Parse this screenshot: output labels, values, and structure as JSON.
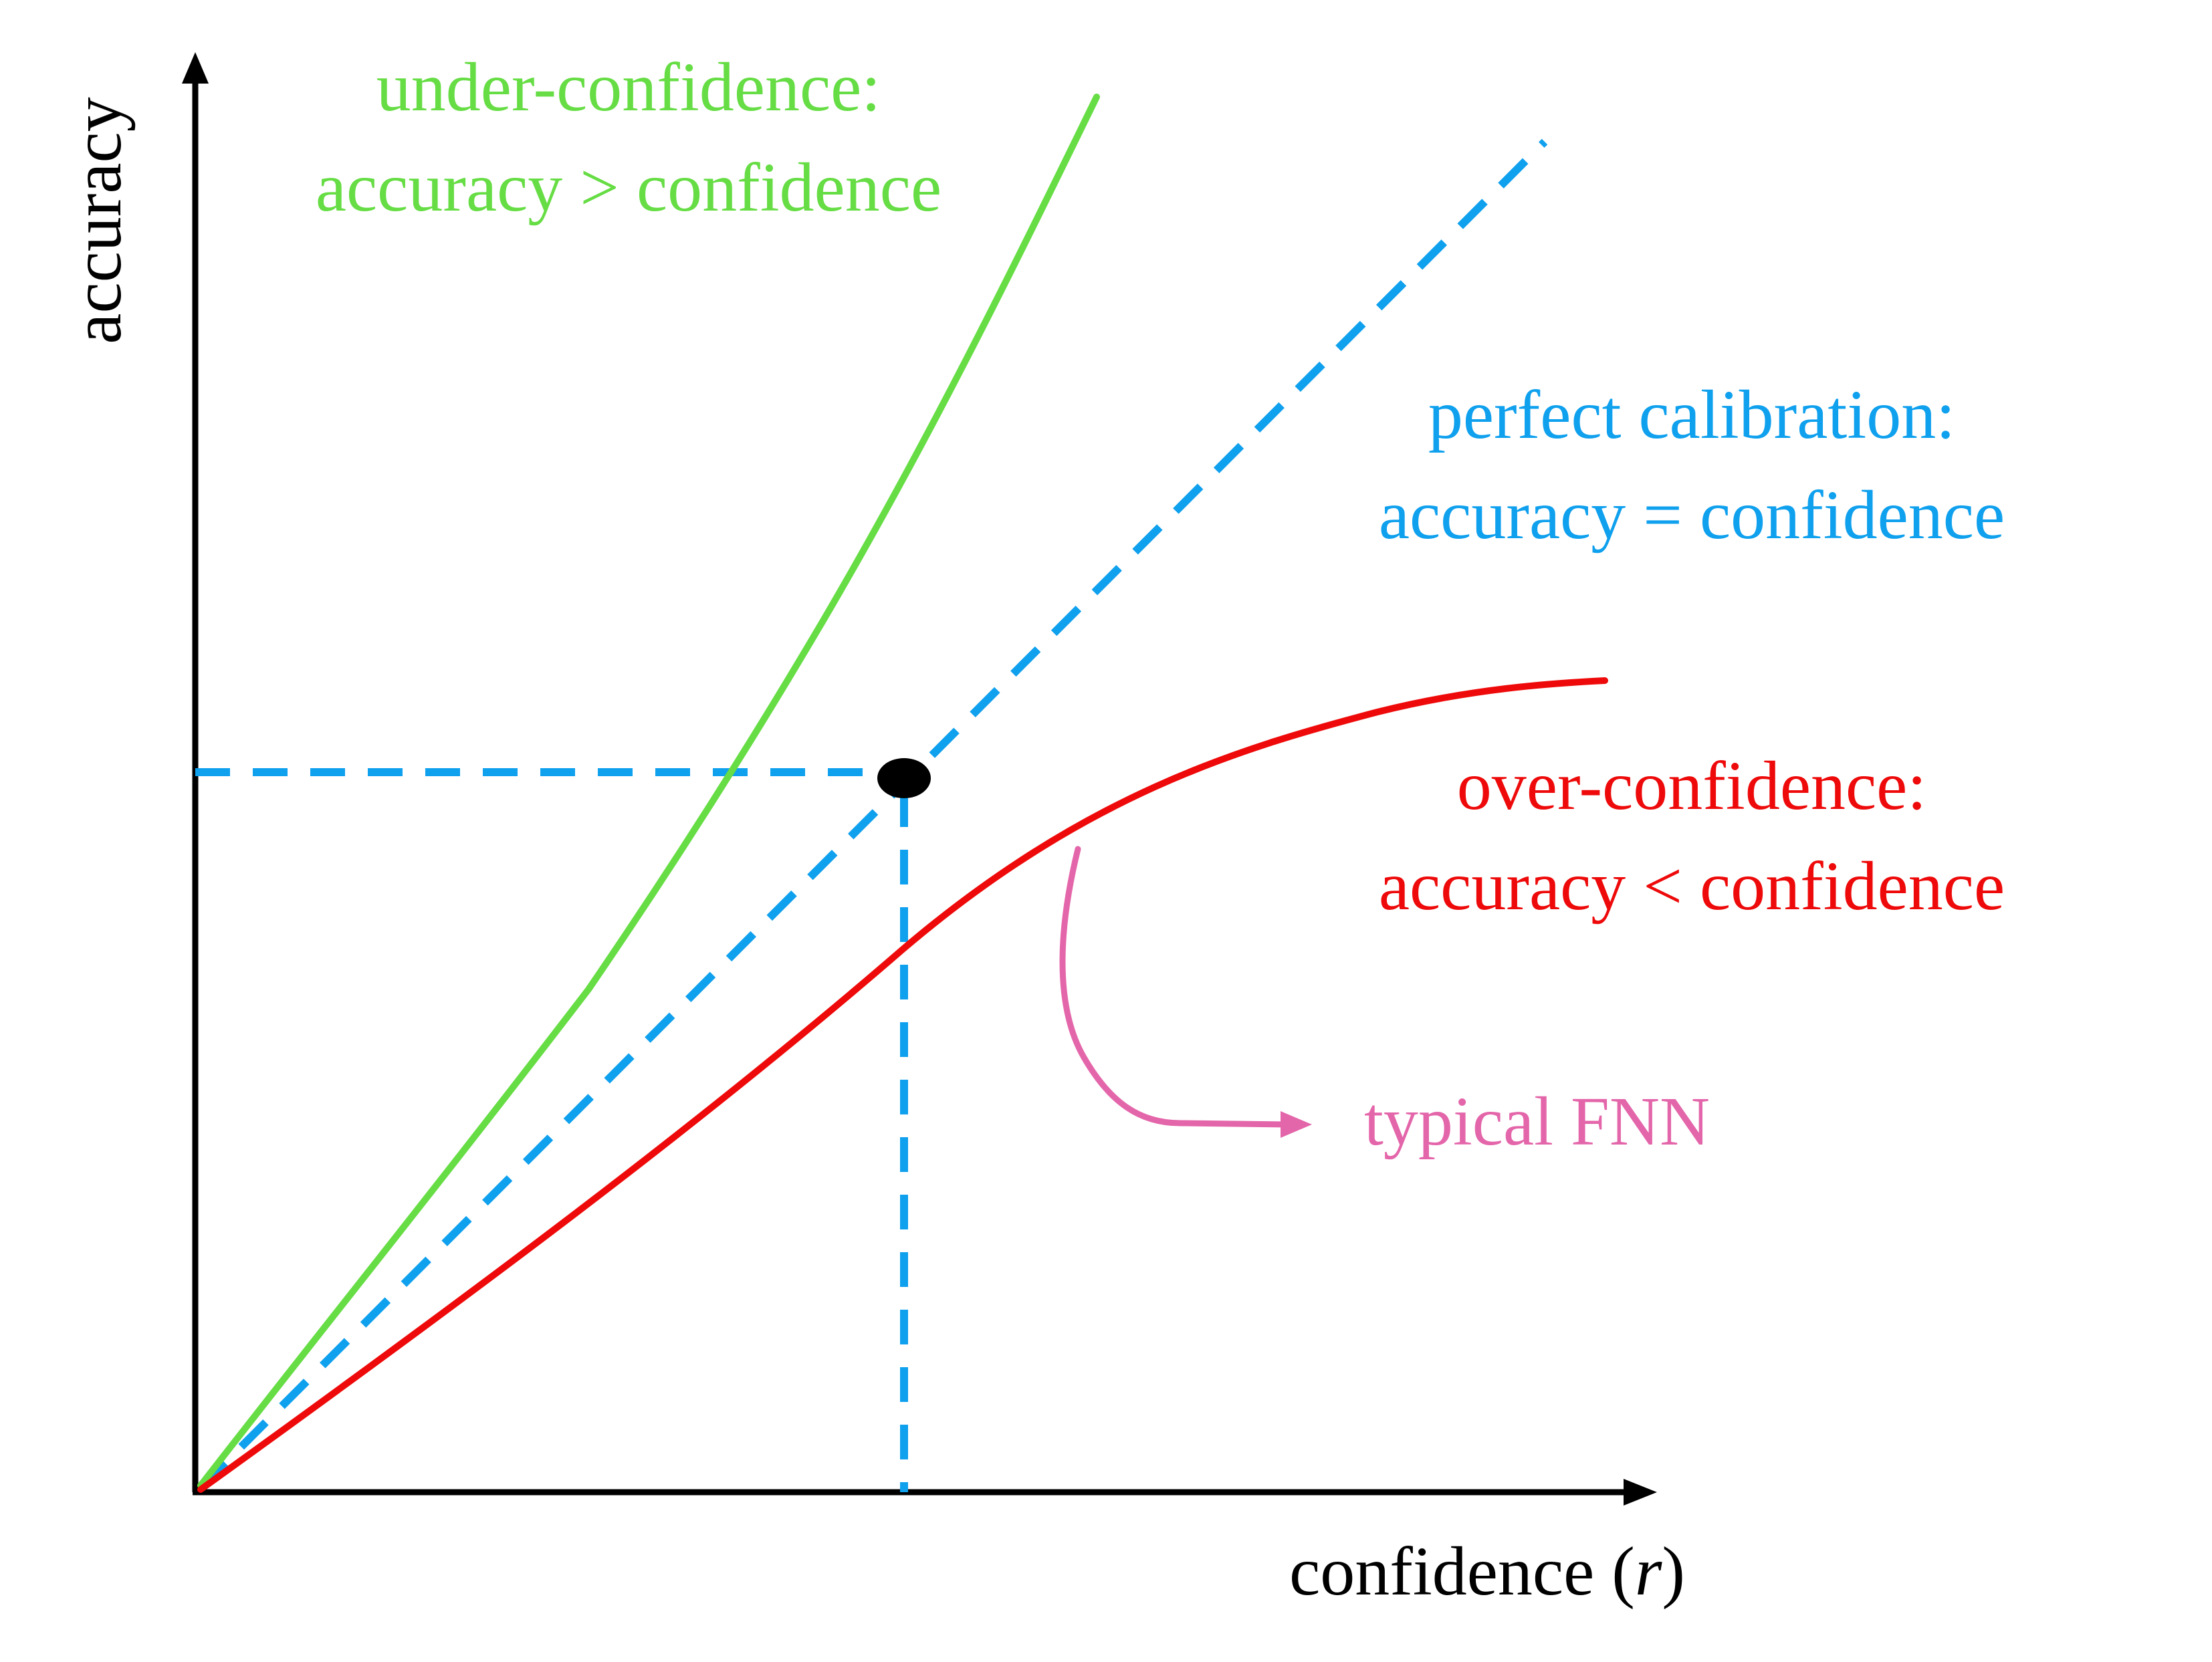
{
  "axes": {
    "y_label": "accuracy",
    "x_label_text": "confidence (",
    "x_label_var": "r",
    "x_label_close": ")"
  },
  "labels": {
    "under_line1": "under-confidence:",
    "under_line2": "accuracy > confidence",
    "perfect_line1": "perfect calibration:",
    "perfect_line2": "accuracy = confidence",
    "over_line1": "over-confidence:",
    "over_line2": "accuracy < confidence",
    "typical": "typical FNN"
  },
  "colors": {
    "under": "#66dd44",
    "perfect": "#0fa0ee",
    "over": "#ee0a0a",
    "typical": "#e466aa",
    "axis": "#000000"
  }
}
